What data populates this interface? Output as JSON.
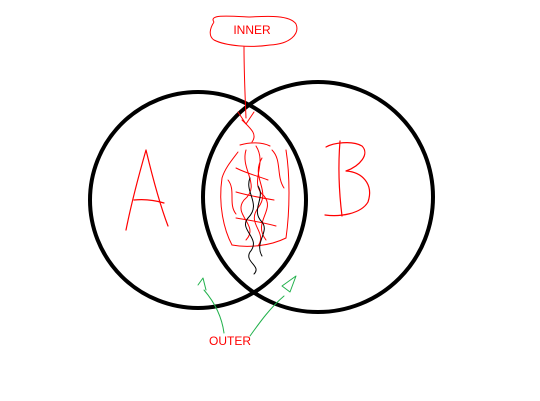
{
  "labels": {
    "inner": "INNER",
    "outer": "OUTER",
    "set_a": "A",
    "set_b": "B"
  },
  "colors": {
    "background": "#ffffff",
    "circles": "#000000",
    "inner_annotation": "#ff0000",
    "outer_annotation": "#22b14c",
    "scribble_dark": "#000000"
  }
}
